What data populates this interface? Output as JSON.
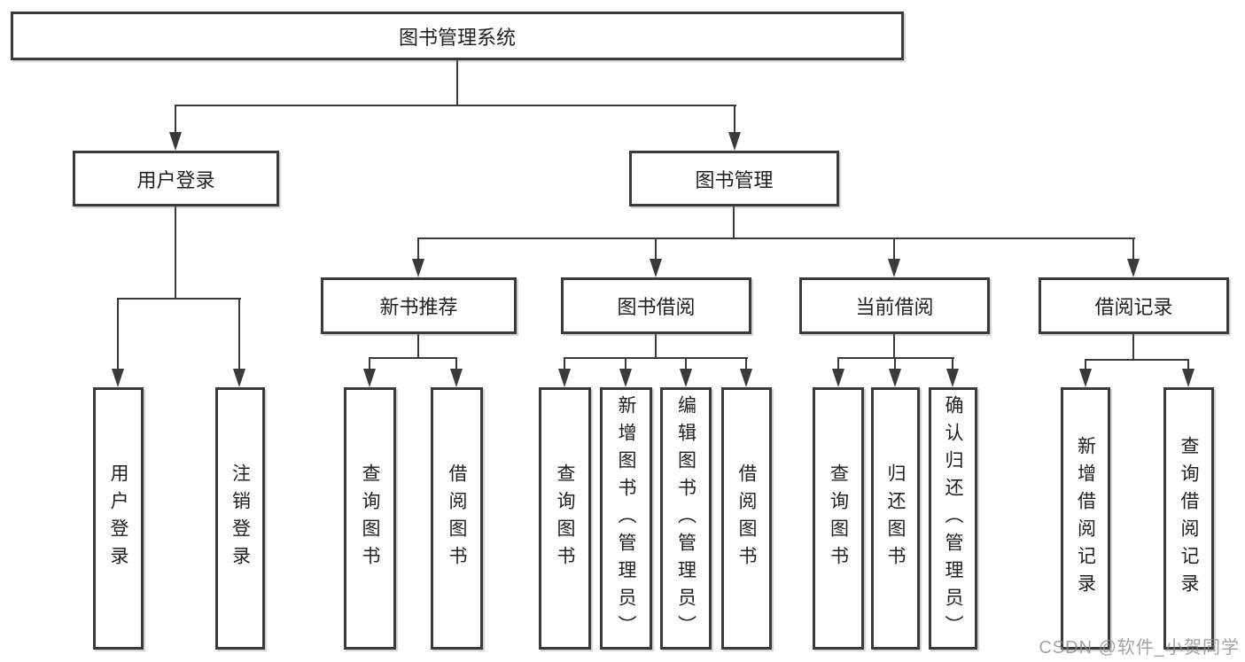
{
  "nodes": {
    "root": "图书管理系统",
    "user_login_branch": {
      "label": "用户登录",
      "children": [
        "用户登录",
        "注销登录"
      ]
    },
    "book_mgmt_branch": {
      "label": "图书管理",
      "children": [
        {
          "label": "新书推荐",
          "children": [
            "查询图书",
            "借阅图书"
          ]
        },
        {
          "label": "图书借阅",
          "children": [
            "查询图书",
            "新增图书（管理员）",
            "编辑图书（管理员）",
            "借阅图书"
          ]
        },
        {
          "label": "当前借阅",
          "children": [
            "查询图书",
            "归还图书",
            "确认归还（管理员）"
          ]
        },
        {
          "label": "借阅记录",
          "children": [
            "新增借阅记录",
            "查询借阅记录"
          ]
        }
      ]
    }
  },
  "watermark": {
    "text": "CSDN @软件_小贺同学",
    "color": "#8c8c8c"
  },
  "colors": {
    "line": "#3a3a3c",
    "border": "#3a3a3c",
    "text": "#212121",
    "background": "#ffffff"
  }
}
